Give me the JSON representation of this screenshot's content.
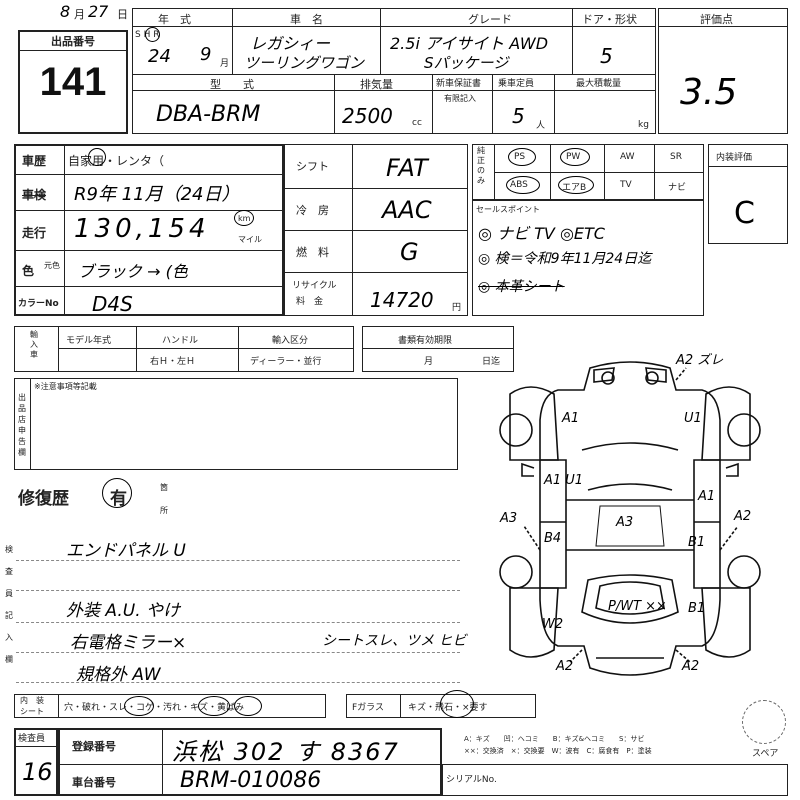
{
  "top_stamp": {
    "month": "8",
    "month_unit": "月",
    "day": "27",
    "day_unit": "日"
  },
  "lot": {
    "label": "出品番号",
    "number": "141"
  },
  "header": {
    "year_label": "年　式",
    "car_name_label": "車　名",
    "grade_label": "グレード",
    "door_label": "ドア・形状",
    "score_label": "評価点",
    "era": "S H R",
    "year": "24",
    "month": "9",
    "month_unit": "月",
    "car_name_1": "レガシィー",
    "car_name_2": "ツーリングワゴン",
    "grade_1": "2.5i アイサイト AWD",
    "grade_2": "Sパッケージ",
    "doors": "5",
    "score": "3.5"
  },
  "model": {
    "type_label": "型　　式",
    "type": "DBA-BRM",
    "cc_label": "排気量",
    "cc": "2500",
    "cc_unit": "cc",
    "warranty_label": "新車保証書",
    "warranty_sub": "有限記入",
    "capacity_label": "乗車定員",
    "capacity": "5",
    "capacity_unit": "人",
    "load_label": "最大積載量",
    "load_unit": "kg"
  },
  "history": {
    "label": "車歴",
    "value": "自家用・レンタ（",
    "shaken_label": "車検",
    "shaken": "R9年 11月（24日）",
    "mileage_label": "走行",
    "mileage": "130,154",
    "km": "km",
    "mile": "マイル",
    "color_label": "色",
    "color_sub": "元色",
    "color": "ブラック → (色",
    "color_no_label": "カラーNo",
    "color_no": "D4S"
  },
  "specs": {
    "shift_label": "シフト",
    "shift": "FAT",
    "ac_label": "冷　房",
    "ac": "AAC",
    "fuel_label": "燃　料",
    "fuel": "G",
    "recycle_label_1": "リサイクル",
    "recycle_label_2": "料　金",
    "recycle": "14720",
    "recycle_unit": "円"
  },
  "equipment": {
    "label": "純正のみ",
    "items": [
      "PS",
      "PW",
      "AW",
      "SR",
      "ABS",
      "エアB",
      "TV",
      "ナビ"
    ]
  },
  "interior": {
    "label": "内装評価",
    "value": "C"
  },
  "sales": {
    "label": "セールスポイント",
    "line1": "◎ ナビ TV ◎ETC",
    "line2": "◎ 検＝令和9年11月24日迄",
    "line3": "◎ 本革シート"
  },
  "import": {
    "label": "輸入車",
    "model_year_label": "モデル年式",
    "handle_label": "ハンドル",
    "handle_value": "右Ｈ・左Ｈ",
    "import_label": "輸入区分",
    "import_value": "ディーラー・並行"
  },
  "docs": {
    "label": "書類有効期限",
    "month": "月",
    "day": "日迄"
  },
  "notes": {
    "label": "※注意事項等記載",
    "side": "出品店申告欄"
  },
  "repair": {
    "label": "修復歴",
    "value": "有",
    "loc_1": "箇",
    "loc_2": "所",
    "line1": "エンドパネル U"
  },
  "inspection": {
    "side": [
      "検",
      "査",
      "員",
      "記",
      "入",
      "欄"
    ],
    "line1": "外装 A.U. やけ",
    "line2": "右電格ミラー×",
    "line2b": "シートスレ、ツメ ヒビ",
    "line3": "規格外 AW"
  },
  "diagram": {
    "marks": [
      "A2 ズレ",
      "A1",
      "U1",
      "A1 U1",
      "A1",
      "A3",
      "A3",
      "A2",
      "B4",
      "B1",
      "W2",
      "P/WT ××",
      "B1",
      "A2",
      "A2"
    ]
  },
  "interior_row": {
    "label_1": "内　装",
    "label_2": "シート",
    "items": "穴・破れ・スレ・コゲ・汚れ・キズ・黄ばみ",
    "glass_label": "Fガラス",
    "glass_items": "キズ・飛石・×要す",
    "spare": "スペア"
  },
  "registration": {
    "inspector_label": "検査員",
    "inspector": "16",
    "reg_label": "登録番号",
    "reg": "浜松 302 す 8367",
    "chassis_label": "車台番号",
    "chassis": "BRM-010086",
    "serial_label": "シリアルNo."
  },
  "legend": {
    "line1": "A：キズ　　凹：ヘコミ　　B：キズ&ヘコミ　　S：サビ",
    "line2": "××：交換済　×：交換要　W：波有　C：腐食有　P：塗装"
  }
}
